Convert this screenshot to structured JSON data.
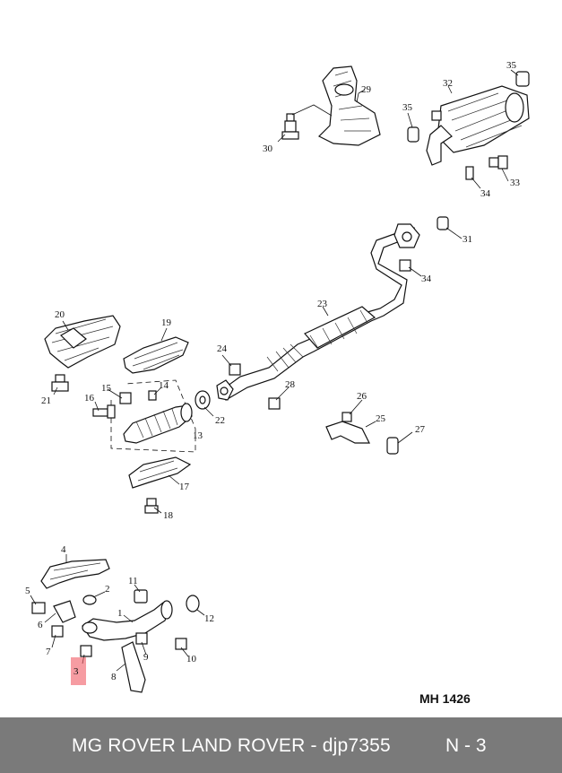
{
  "diagram": {
    "drawing_code": "MH 1426",
    "highlighted_callout": "3",
    "callouts": [
      "1",
      "2",
      "3",
      "4",
      "5",
      "6",
      "7",
      "8",
      "9",
      "10",
      "11",
      "12",
      "13",
      "14",
      "15",
      "16",
      "17",
      "18",
      "19",
      "20",
      "21",
      "22",
      "23",
      "24",
      "25",
      "26",
      "27",
      "28",
      "29",
      "30",
      "31",
      "32",
      "33",
      "34",
      "34",
      "35",
      "35"
    ]
  },
  "footer": {
    "title": "MG ROVER LAND ROVER - djp7355",
    "page": "N - 3"
  },
  "colors": {
    "footer_background": "#7a7a7a",
    "highlight": "#f05a64"
  }
}
